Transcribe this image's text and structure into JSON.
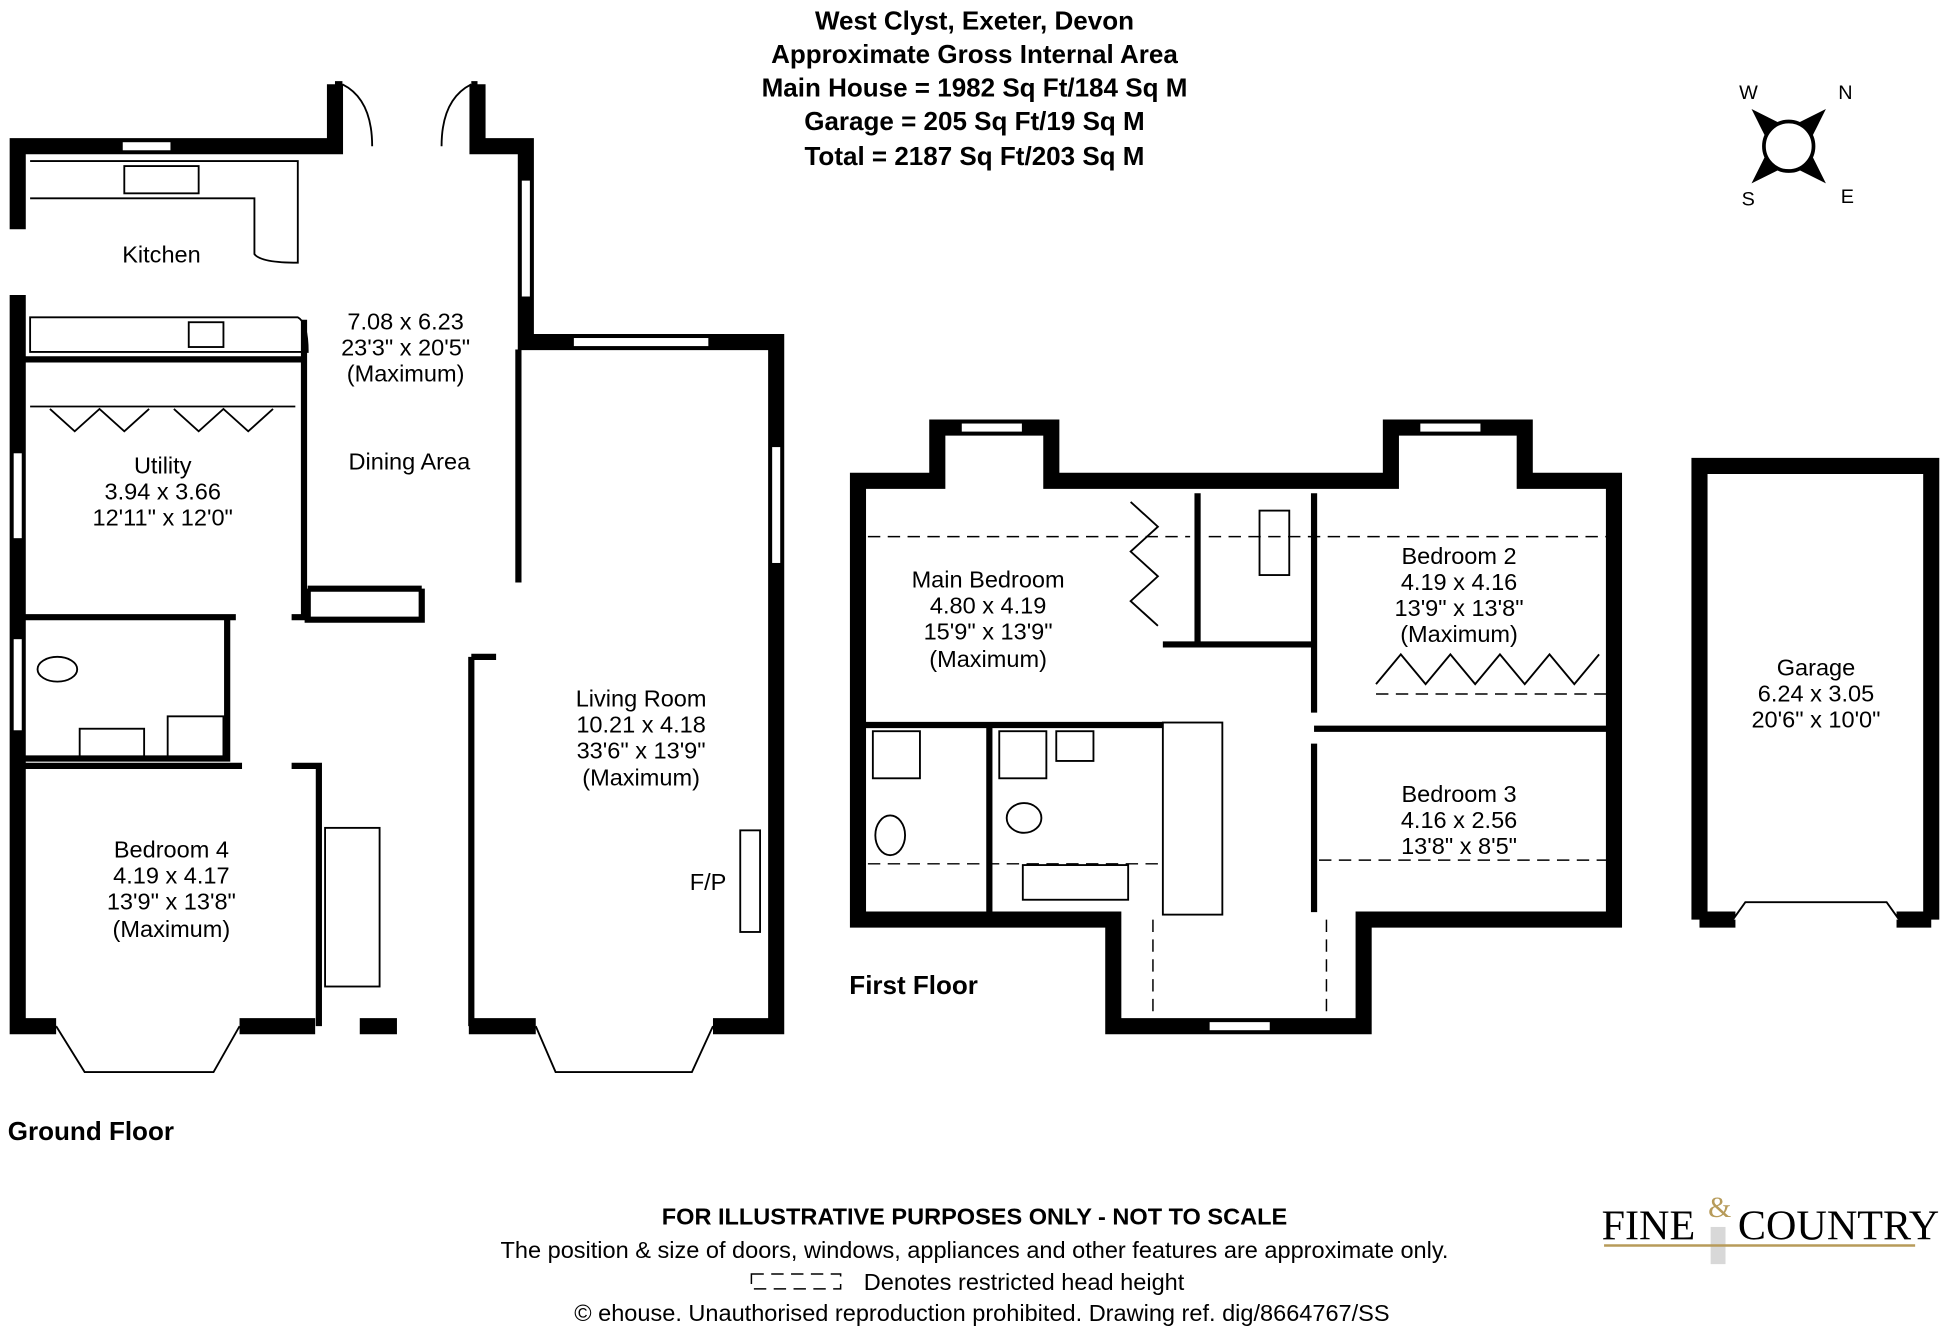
{
  "header": {
    "title": "West Clyst, Exeter, Devon",
    "subtitle": "Approximate Gross Internal Area",
    "main_house": "Main House = 1982 Sq Ft/184 Sq M",
    "garage": "Garage = 205 Sq Ft/19 Sq M",
    "total": "Total = 2187 Sq Ft/203 Sq M"
  },
  "compass": {
    "n": "N",
    "e": "E",
    "s": "S",
    "w": "W"
  },
  "ground_floor": {
    "label": "Ground Floor",
    "kitchen": {
      "name": "Kitchen"
    },
    "dining": {
      "metric": "7.08 x 6.23",
      "imperial": "23'3\" x 20'5\"",
      "note": "(Maximum)",
      "name": "Dining Area"
    },
    "utility": {
      "name": "Utility",
      "metric": "3.94 x 3.66",
      "imperial": "12'11\" x 12'0\""
    },
    "living": {
      "name": "Living Room",
      "metric": "10.21 x 4.18",
      "imperial": "33'6\" x 13'9\"",
      "note": "(Maximum)",
      "fp": "F/P"
    },
    "bedroom4": {
      "name": "Bedroom 4",
      "metric": "4.19 x 4.17",
      "imperial": "13'9\" x 13'8\"",
      "note": "(Maximum)"
    }
  },
  "first_floor": {
    "label": "First Floor",
    "main_bedroom": {
      "name": "Main Bedroom",
      "metric": "4.80 x 4.19",
      "imperial": "15'9\" x 13'9\"",
      "note": "(Maximum)"
    },
    "bedroom2": {
      "name": "Bedroom 2",
      "metric": "4.19 x 4.16",
      "imperial": "13'9\" x 13'8\"",
      "note": "(Maximum)"
    },
    "bedroom3": {
      "name": "Bedroom 3",
      "metric": "4.16 x 2.56",
      "imperial": "13'8\" x 8'5\""
    }
  },
  "garage": {
    "name": "Garage",
    "metric": "6.24 x 3.05",
    "imperial": "20'6\" x 10'0\""
  },
  "footer": {
    "disclaimer": "FOR ILLUSTRATIVE PURPOSES ONLY - NOT TO SCALE",
    "note": "The position & size of doors, windows, appliances and other features are approximate only.",
    "legend": "Denotes restricted head height",
    "copyright": "© ehouse. Unauthorised reproduction prohibited. Drawing ref. dig/8664767/SS"
  },
  "logo": {
    "text_left": "FINE",
    "ampersand": "&",
    "text_right": "COUNTRY",
    "color_gold": "#b79b5a"
  }
}
